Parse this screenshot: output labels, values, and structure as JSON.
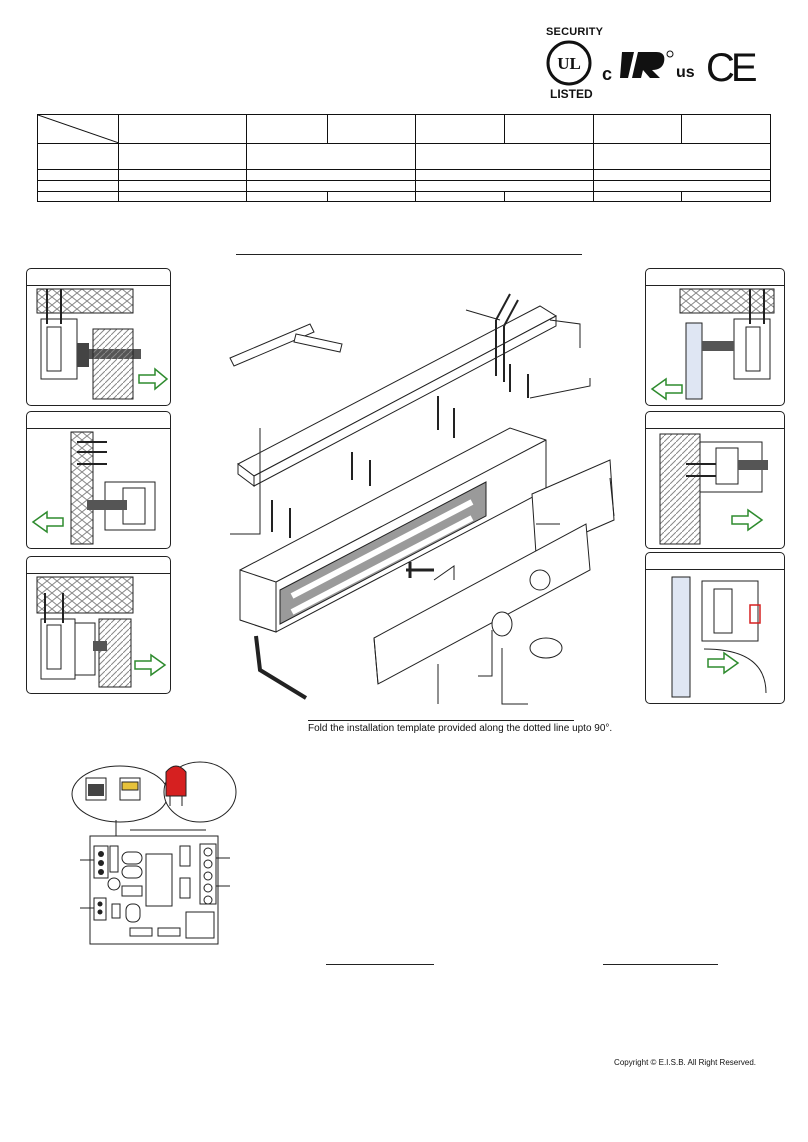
{
  "certifications": {
    "security_text": "SECURITY",
    "ul_text": "UL",
    "listed_text": "LISTED",
    "cur_c": "c",
    "cur_us": "us",
    "ce_text": "CE"
  },
  "spec_table": {
    "rows": 5
  },
  "instruction": {
    "fold_text": "Fold the installation template provided along the dotted line upto 90°."
  },
  "footer": {
    "copyright": "Copyright © E.I.S.B. All Right Reserved."
  },
  "colors": {
    "arrow_green": "#2e8b2e",
    "led_red": "#d62020",
    "hatch": "#777777",
    "plate_gray": "#9a9a9a"
  }
}
